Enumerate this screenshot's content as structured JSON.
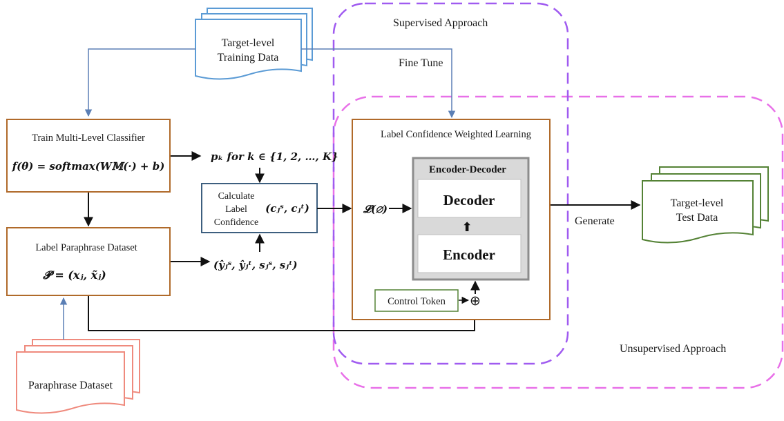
{
  "regions": {
    "supervised": "Supervised Approach",
    "unsupervised": "Unsupervised Approach"
  },
  "training_data": {
    "line1": "Target-level",
    "line2": "Training Data"
  },
  "fine_tune": "Fine Tune",
  "classifier": {
    "title": "Train Multi-Level Classifier",
    "formula": "f(θ) = softmax(W𝕄(·) + b)"
  },
  "probabilities": "pₖ for k ∈ {1, 2, …, K}",
  "confidence": {
    "line1": "Calculate",
    "line2": "Label",
    "line3": "Confidence",
    "symbol": "(cⱼˢ, cⱼᵗ)"
  },
  "paraphrase_label": {
    "title": "Label Paraphrase Dataset",
    "formula": "𝓟 = (xⱼ, x̃ⱼ)"
  },
  "label_tuple": "(ŷⱼˢ, ŷⱼᵗ, sⱼˢ, sⱼᵗ)",
  "lcwl": {
    "title": "Label Confidence Weighted Learning",
    "encoder_decoder": "Encoder-Decoder",
    "decoder": "Decoder",
    "encoder": "Encoder",
    "control_token": "Control Token",
    "oplus": "⊕"
  },
  "loss": "𝓛(∅)",
  "generate": "Generate",
  "test_data": {
    "line1": "Target-level",
    "line2": "Test Data"
  },
  "paraphrase_dataset": "Paraphrase Dataset",
  "colors": {
    "supervised_border": "#a05bf0",
    "unsupervised_border": "#e870e8",
    "brown_box": "#b06a2a",
    "blue_doc": "#5b9bd5",
    "green": "#548235",
    "salmon_doc": "#ef8a7d",
    "slate_box": "#3d5f7f",
    "gray_box": "#8c8c8c",
    "gray_fill": "#d9d9d9"
  }
}
